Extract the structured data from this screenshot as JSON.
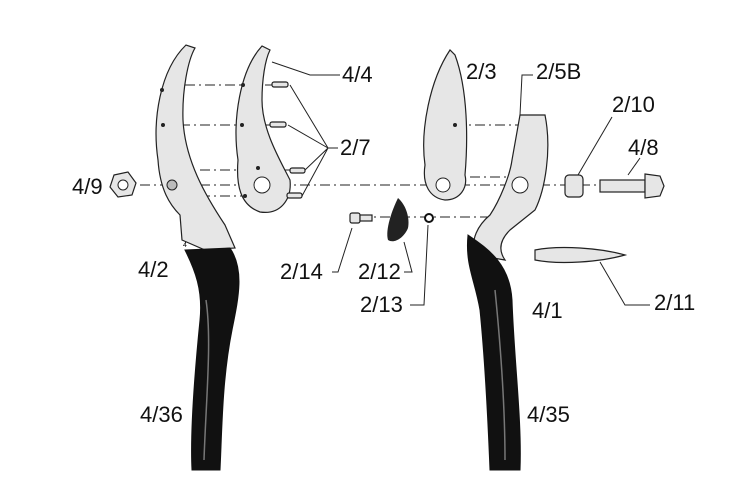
{
  "title": "Pruning shears exploded parts diagram",
  "labels": {
    "p4_4": "4/4",
    "p2_7": "2/7",
    "p4_9": "4/9",
    "p4_2": "4/2",
    "p2_14": "2/14",
    "p2_12": "2/12",
    "p2_13": "2/13",
    "p2_3": "2/3",
    "p2_5B": "2/5B",
    "p2_10": "2/10",
    "p4_8": "4/8",
    "p2_11": "2/11",
    "p4_1": "4/1",
    "p4_36": "4/36",
    "p4_35": "4/35"
  },
  "handle_marking": "4"
}
